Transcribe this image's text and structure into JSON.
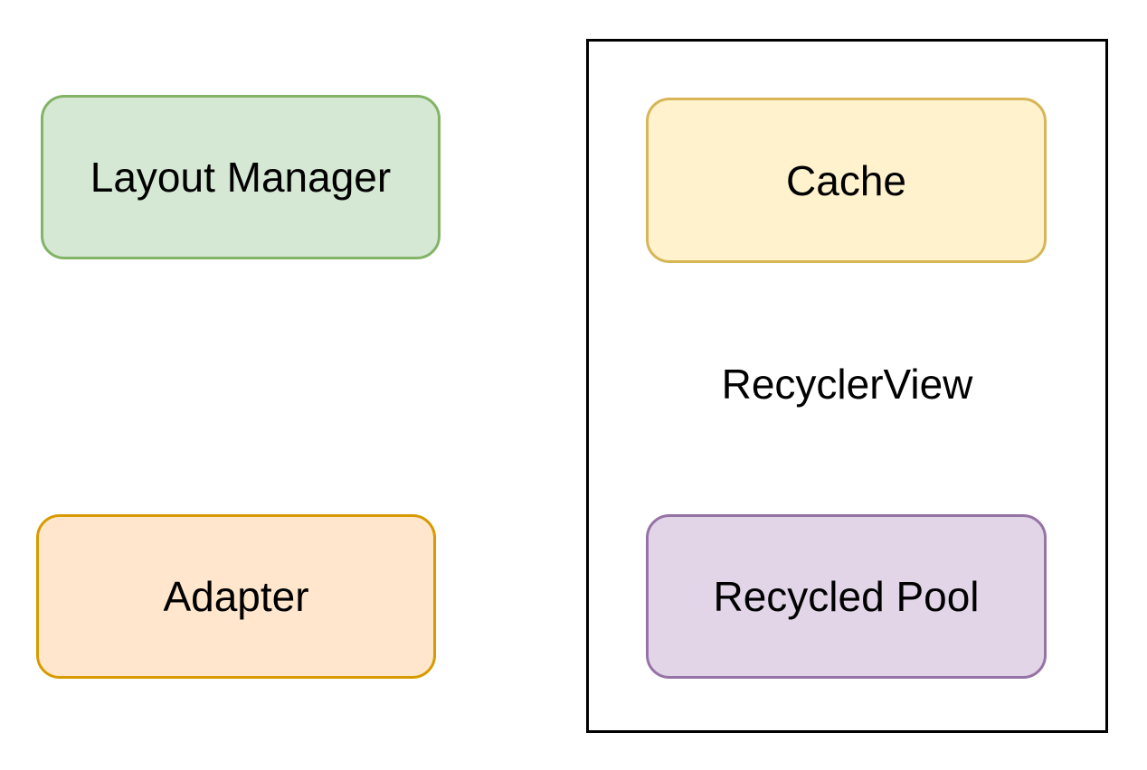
{
  "nodes": {
    "layout_manager": {
      "label": "Layout Manager",
      "fill": "#d5e8d4",
      "stroke": "#82b366"
    },
    "adapter": {
      "label": "Adapter",
      "fill": "#ffe6cc",
      "stroke": "#d79b00"
    },
    "cache": {
      "label": "Cache",
      "fill": "#fff2cc",
      "stroke": "#d6b656"
    },
    "recycled_pool": {
      "label": "Recycled Pool",
      "fill": "#e1d5e7",
      "stroke": "#9673a6"
    }
  },
  "container": {
    "label": "RecyclerView",
    "stroke": "#000000"
  }
}
